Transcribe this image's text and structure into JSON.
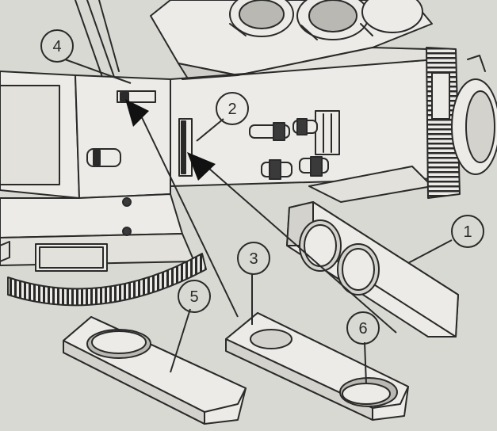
{
  "diagram": {
    "colors": {
      "paper": "#d9d9d4",
      "ink": "#2a2a2a",
      "metal": "#ecebe7",
      "shade": "#b9b8b2",
      "dark": "#3a3a3a"
    },
    "callouts": [
      {
        "id": "c1",
        "label": "1"
      },
      {
        "id": "c2",
        "label": "2"
      },
      {
        "id": "c3",
        "label": "3"
      },
      {
        "id": "c4",
        "label": "4"
      },
      {
        "id": "c5",
        "label": "5"
      },
      {
        "id": "c6",
        "label": "6"
      }
    ]
  }
}
